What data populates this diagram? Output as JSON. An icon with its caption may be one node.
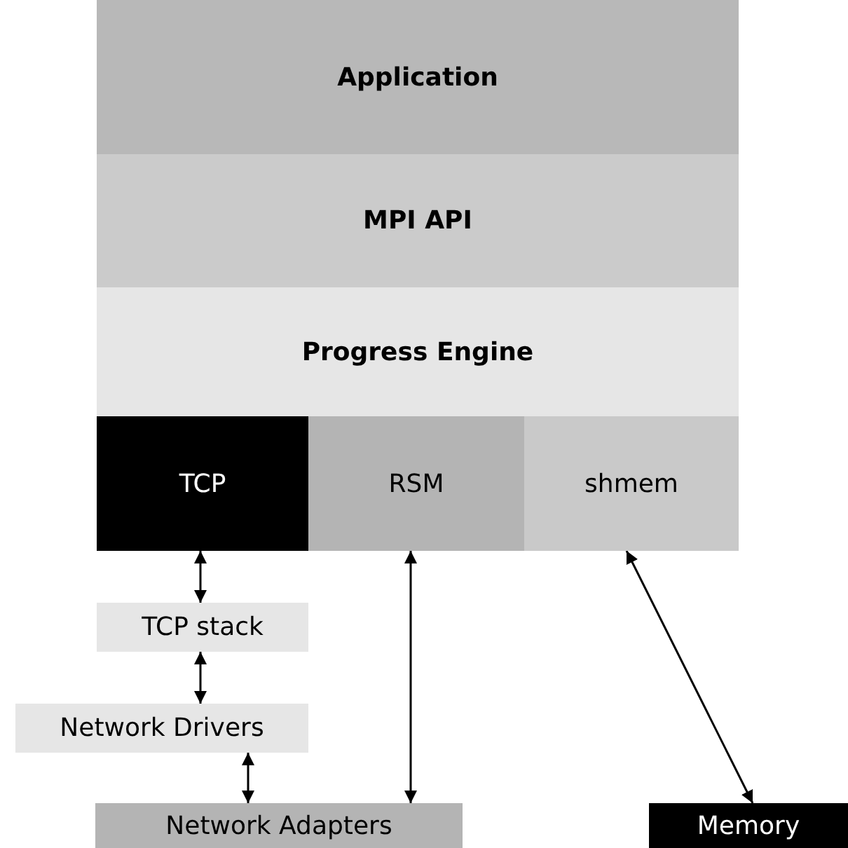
{
  "diagram": {
    "nodes": [
      {
        "text": [
          "Application"
        ]
      },
      {
        "text": [
          "MPI API"
        ]
      },
      {
        "text": [
          "Progress Engine"
        ]
      },
      {
        "text": [
          "TCP"
        ]
      },
      {
        "text": [
          "RSM"
        ]
      },
      {
        "text": [
          "shmem"
        ]
      },
      {
        "text": [
          "TCP stack"
        ]
      },
      {
        "text": [
          "Network Drivers"
        ]
      },
      {
        "text": [
          "Network Adapters"
        ]
      },
      {
        "text": [
          "Memory"
        ]
      }
    ],
    "edges": [
      {
        "from": 3,
        "to": 6,
        "arrow": "both"
      },
      {
        "from": 6,
        "to": 7,
        "arrow": "both"
      },
      {
        "from": 7,
        "to": 8,
        "arrow": "both"
      },
      {
        "from": 4,
        "to": 8,
        "arrow": "both"
      },
      {
        "from": 5,
        "to": 9,
        "arrow": "both"
      }
    ]
  }
}
